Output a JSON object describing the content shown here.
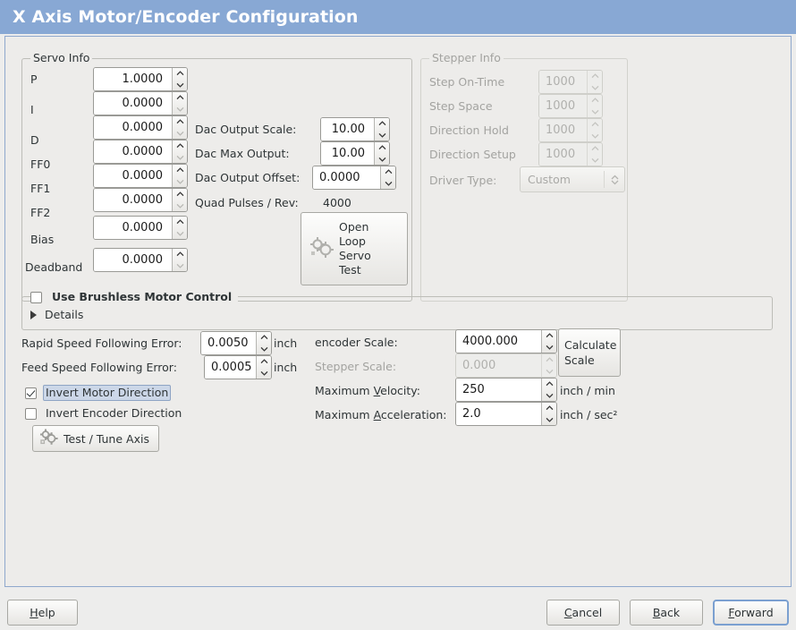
{
  "window": {
    "title": "X Axis Motor/Encoder Configuration",
    "title_bg": "#88a8d4",
    "title_fg": "#ffffff",
    "background": "#ededec",
    "content_border": "#8fa8cd"
  },
  "servo_info": {
    "frame_label": "Servo Info",
    "pid_rows": [
      {
        "label": "P",
        "value": "1.0000"
      },
      {
        "label": "I",
        "value": "0.0000"
      },
      {
        "label": "D",
        "value": "0.0000"
      },
      {
        "label": "FF0",
        "value": "0.0000"
      },
      {
        "label": "FF1",
        "value": "0.0000"
      },
      {
        "label": "FF2",
        "value": "0.0000"
      },
      {
        "label": "Bias",
        "value": "0.0000"
      },
      {
        "label": "Deadband",
        "value": "0.0000"
      }
    ],
    "dac_output_scale": {
      "label": "Dac Output Scale:",
      "value": "10.00"
    },
    "dac_max_output": {
      "label": "Dac Max Output:",
      "value": "10.00"
    },
    "dac_output_offset": {
      "label": "Dac Output Offset:",
      "value": "0.0000"
    },
    "quad_pulses_per_rev": {
      "label": "Quad Pulses / Rev:",
      "value": "4000"
    },
    "open_loop_test_button": {
      "label": "Open\nLoop\nServo\nTest",
      "line1": "Open",
      "line2": "Loop",
      "line3": "Servo",
      "line4": "Test",
      "icon": "gears-icon"
    }
  },
  "stepper_info": {
    "frame_label": "Stepper Info",
    "enabled": false,
    "rows": [
      {
        "label": "Step On-Time",
        "value": "1000"
      },
      {
        "label": "Step Space",
        "value": "1000"
      },
      {
        "label": "Direction Hold",
        "value": "1000"
      },
      {
        "label": "Direction Setup",
        "value": "1000"
      }
    ],
    "driver_type": {
      "label": "Driver Type:",
      "value": "Custom"
    }
  },
  "brushless": {
    "checkbox_label": "Use Brushless Motor Control",
    "checked": false,
    "details_label": "Details",
    "details_expanded": false
  },
  "errors": {
    "rapid": {
      "label": "Rapid Speed Following Error:",
      "value": "0.0050",
      "unit": "inch"
    },
    "feed": {
      "label": "Feed Speed Following Error:",
      "value": "0.0005",
      "unit": "inch"
    }
  },
  "invert": {
    "motor": {
      "label": "Invert Motor Direction",
      "checked": true,
      "focused": true
    },
    "encoder": {
      "label": "Invert Encoder Direction",
      "checked": false,
      "focused": false
    }
  },
  "test_tune_button": {
    "label": "Test / Tune Axis",
    "icon": "gears-icon"
  },
  "scales": {
    "encoder_scale": {
      "label": "encoder Scale:",
      "value": "4000.000",
      "enabled": true
    },
    "stepper_scale": {
      "label": "Stepper Scale:",
      "value": "0.000",
      "enabled": false
    },
    "calculate_button": {
      "line1": "Calculate",
      "line2": "Scale"
    },
    "max_velocity": {
      "label_pre": "Maximum ",
      "label_mnemonic": "V",
      "label_post": "elocity:",
      "value": "250",
      "unit": "inch / min"
    },
    "max_acceleration": {
      "label_pre": "Maximum ",
      "label_mnemonic": "A",
      "label_post": "cceleration:",
      "value": "2.0",
      "unit": "inch / sec²"
    }
  },
  "actions": {
    "help": {
      "pre": "",
      "mnemonic": "H",
      "post": "elp"
    },
    "cancel": {
      "pre": "",
      "mnemonic": "C",
      "post": "ancel"
    },
    "back": {
      "pre": "",
      "mnemonic": "B",
      "post": "ack"
    },
    "forward": {
      "pre": "",
      "mnemonic": "F",
      "post": "orward",
      "focused": true
    }
  }
}
